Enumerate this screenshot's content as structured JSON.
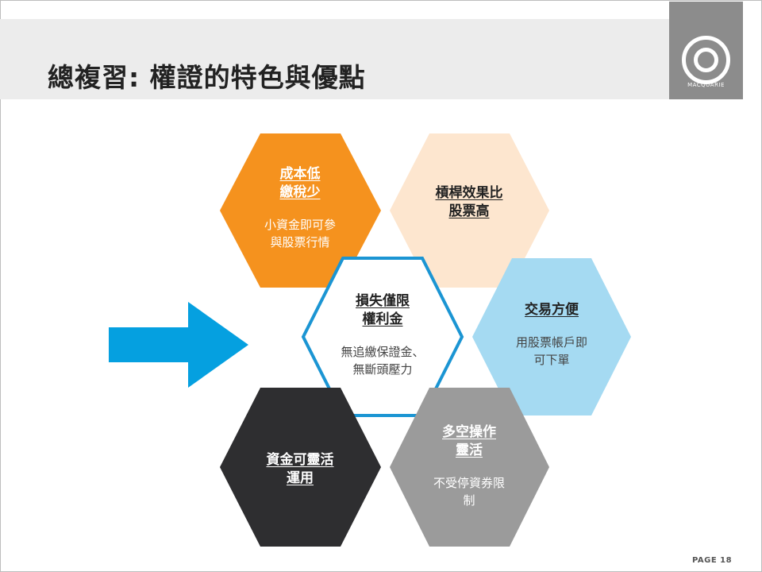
{
  "title": "總複習: 權證的特色與優點",
  "logo": {
    "text": "MACQUARIE"
  },
  "colors": {
    "orange": "#f5921e",
    "peach": "#fde6cf",
    "blue_outline": "#1b95d3",
    "light_blue": "#a5daf2",
    "charcoal": "#2e2e30",
    "gray": "#9b9b9b",
    "arrow": "#05a0e0"
  },
  "hexagons": [
    {
      "id": "cost",
      "title_lines": [
        "成本低",
        "繳稅少"
      ],
      "description_lines": [
        "小資金即可參",
        "與股票行情"
      ]
    },
    {
      "id": "leverage",
      "title_lines": [
        "槓桿效果比",
        "股票高"
      ],
      "description_lines": []
    },
    {
      "id": "limited-loss",
      "title_lines": [
        "損失僅限",
        "權利金"
      ],
      "description_lines": [
        "無追繳保證金、",
        "無斷頭壓力"
      ]
    },
    {
      "id": "convenient",
      "title_lines": [
        "交易方便"
      ],
      "description_lines": [
        "用股票帳戶即",
        "可下單"
      ]
    },
    {
      "id": "flexible-funds",
      "title_lines": [
        "資金可靈活",
        "運用"
      ],
      "description_lines": []
    },
    {
      "id": "long-short",
      "title_lines": [
        "多空操作",
        "靈活"
      ],
      "description_lines": [
        "不受停資券限",
        "制"
      ]
    }
  ],
  "footer": {
    "page": "PAGE 18"
  }
}
